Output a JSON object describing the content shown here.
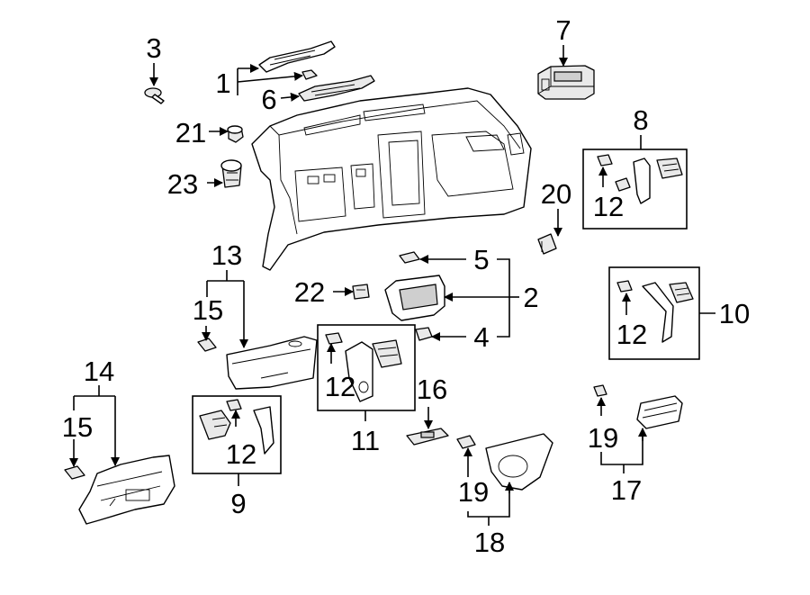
{
  "callouts": {
    "c1": "1",
    "c2": "2",
    "c3": "3",
    "c4": "4",
    "c5": "5",
    "c6": "6",
    "c7": "7",
    "c8": "8",
    "c9": "9",
    "c10": "10",
    "c11": "11",
    "c12a": "12",
    "c12b": "12",
    "c12c": "12",
    "c12d": "12",
    "c13": "13",
    "c14": "14",
    "c15a": "15",
    "c15b": "15",
    "c16": "16",
    "c17": "17",
    "c18": "18",
    "c19a": "19",
    "c19b": "19",
    "c20": "20",
    "c21": "21",
    "c22": "22",
    "c23": "23"
  }
}
